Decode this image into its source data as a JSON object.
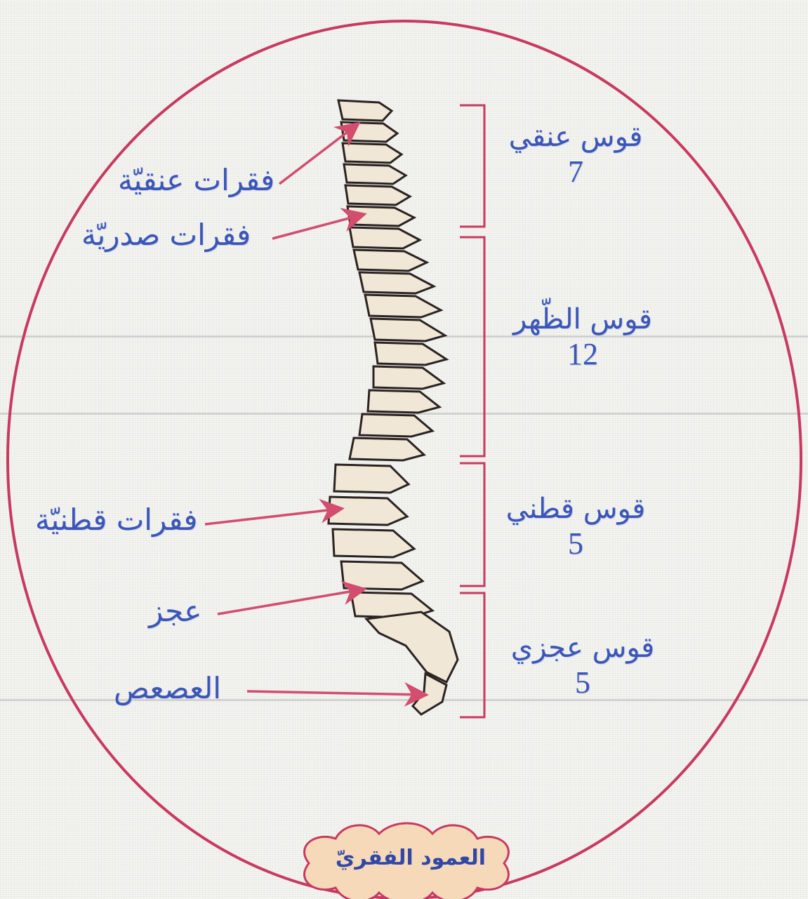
{
  "title": "العمود الفقريّ",
  "pointer_labels": {
    "cervical_vertebrae": "فقرات عنقيّة",
    "thoracic_vertebrae": "فقرات صدريّة",
    "lumbar_vertebrae": "فقرات قطنيّة",
    "sacrum": "عجز",
    "coccyx": "العصعص"
  },
  "regions": [
    {
      "name": "قوس عنقي",
      "count": "7"
    },
    {
      "name": "قوس الظّهر",
      "count": "12"
    },
    {
      "name": "قوس قطني",
      "count": "5"
    },
    {
      "name": "قوس عجزي",
      "count": "5"
    }
  ],
  "colors": {
    "outline": "#c83a5f",
    "label_text": "#3b56b8",
    "arrow": "#d24d6e",
    "bone": "#f1e7d6",
    "badge_fill": "#f6d9b8"
  }
}
